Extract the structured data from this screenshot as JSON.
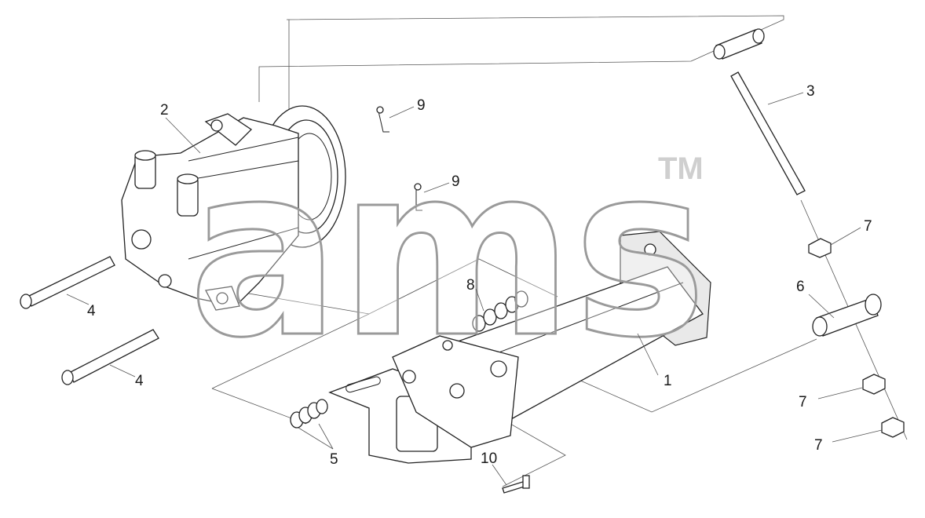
{
  "diagram": {
    "watermark": {
      "word": "ams",
      "trademark": "TM"
    },
    "callouts": [
      {
        "id": "1",
        "label": "1"
      },
      {
        "id": "2",
        "label": "2"
      },
      {
        "id": "3",
        "label": "3"
      },
      {
        "id": "4a",
        "label": "4"
      },
      {
        "id": "4b",
        "label": "4"
      },
      {
        "id": "5",
        "label": "5"
      },
      {
        "id": "6",
        "label": "6"
      },
      {
        "id": "7a",
        "label": "7"
      },
      {
        "id": "7b",
        "label": "7"
      },
      {
        "id": "7c",
        "label": "7"
      },
      {
        "id": "8",
        "label": "8"
      },
      {
        "id": "9a",
        "label": "9"
      },
      {
        "id": "9b",
        "label": "9"
      },
      {
        "id": "10",
        "label": "10"
      }
    ]
  }
}
